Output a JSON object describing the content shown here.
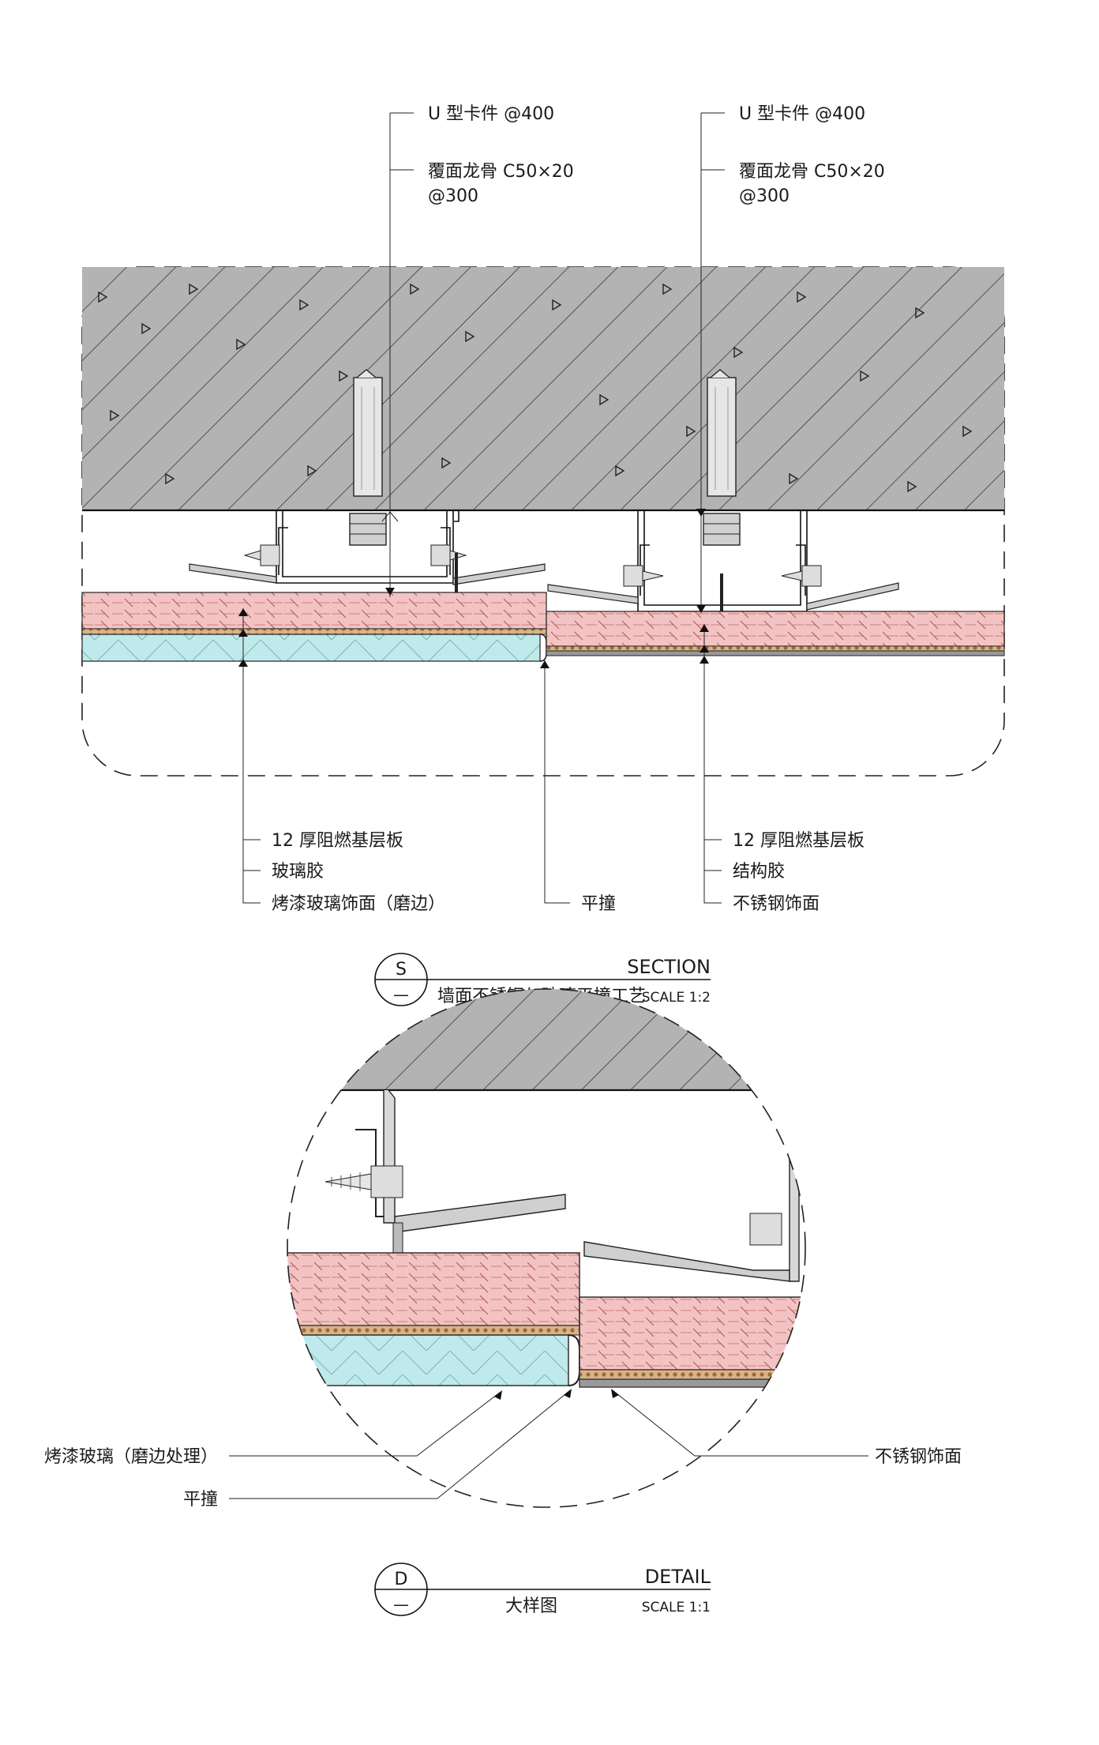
{
  "section": {
    "top_labels_left": {
      "clip": "U 型卡件 @400",
      "keel_line1": "覆面龙骨 C50×20",
      "keel_line2": "@300"
    },
    "top_labels_right": {
      "clip": "U 型卡件 @400",
      "keel_line1": "覆面龙骨 C50×20",
      "keel_line2": "@300"
    },
    "bottom_labels_left": {
      "board": "12 厚阻燃基层板",
      "glue": "玻璃胶",
      "glass": "烤漆玻璃饰面（磨边）"
    },
    "bottom_label_mid": "平撞",
    "bottom_labels_right": {
      "board": "12 厚阻燃基层板",
      "glue": "结构胶",
      "steel": "不锈钢饰面"
    },
    "title_block": {
      "symbol_top": "S",
      "symbol_bottom": "—",
      "type": "SECTION",
      "name": "墙面不锈钢与玻璃平撞工艺",
      "scale": "SCALE 1:2"
    }
  },
  "detail": {
    "label_glass": "烤漆玻璃（磨边处理）",
    "label_butt": "平撞",
    "label_steel": "不锈钢饰面",
    "title_block": {
      "symbol_top": "D",
      "symbol_bottom": "—",
      "type": "DETAIL",
      "name": "大样图",
      "scale": "SCALE 1:1"
    }
  },
  "colors": {
    "concrete": "#b3b3b3",
    "board_pink": "#f3c3c3",
    "glass_cyan": "#bfe9ea",
    "glue_brown": "#b8895a",
    "line": "#111111"
  },
  "icons": [
    "expansion-anchor-icon",
    "screw-icon",
    "nail-icon",
    "u-clip-icon",
    "c-channel-icon"
  ]
}
